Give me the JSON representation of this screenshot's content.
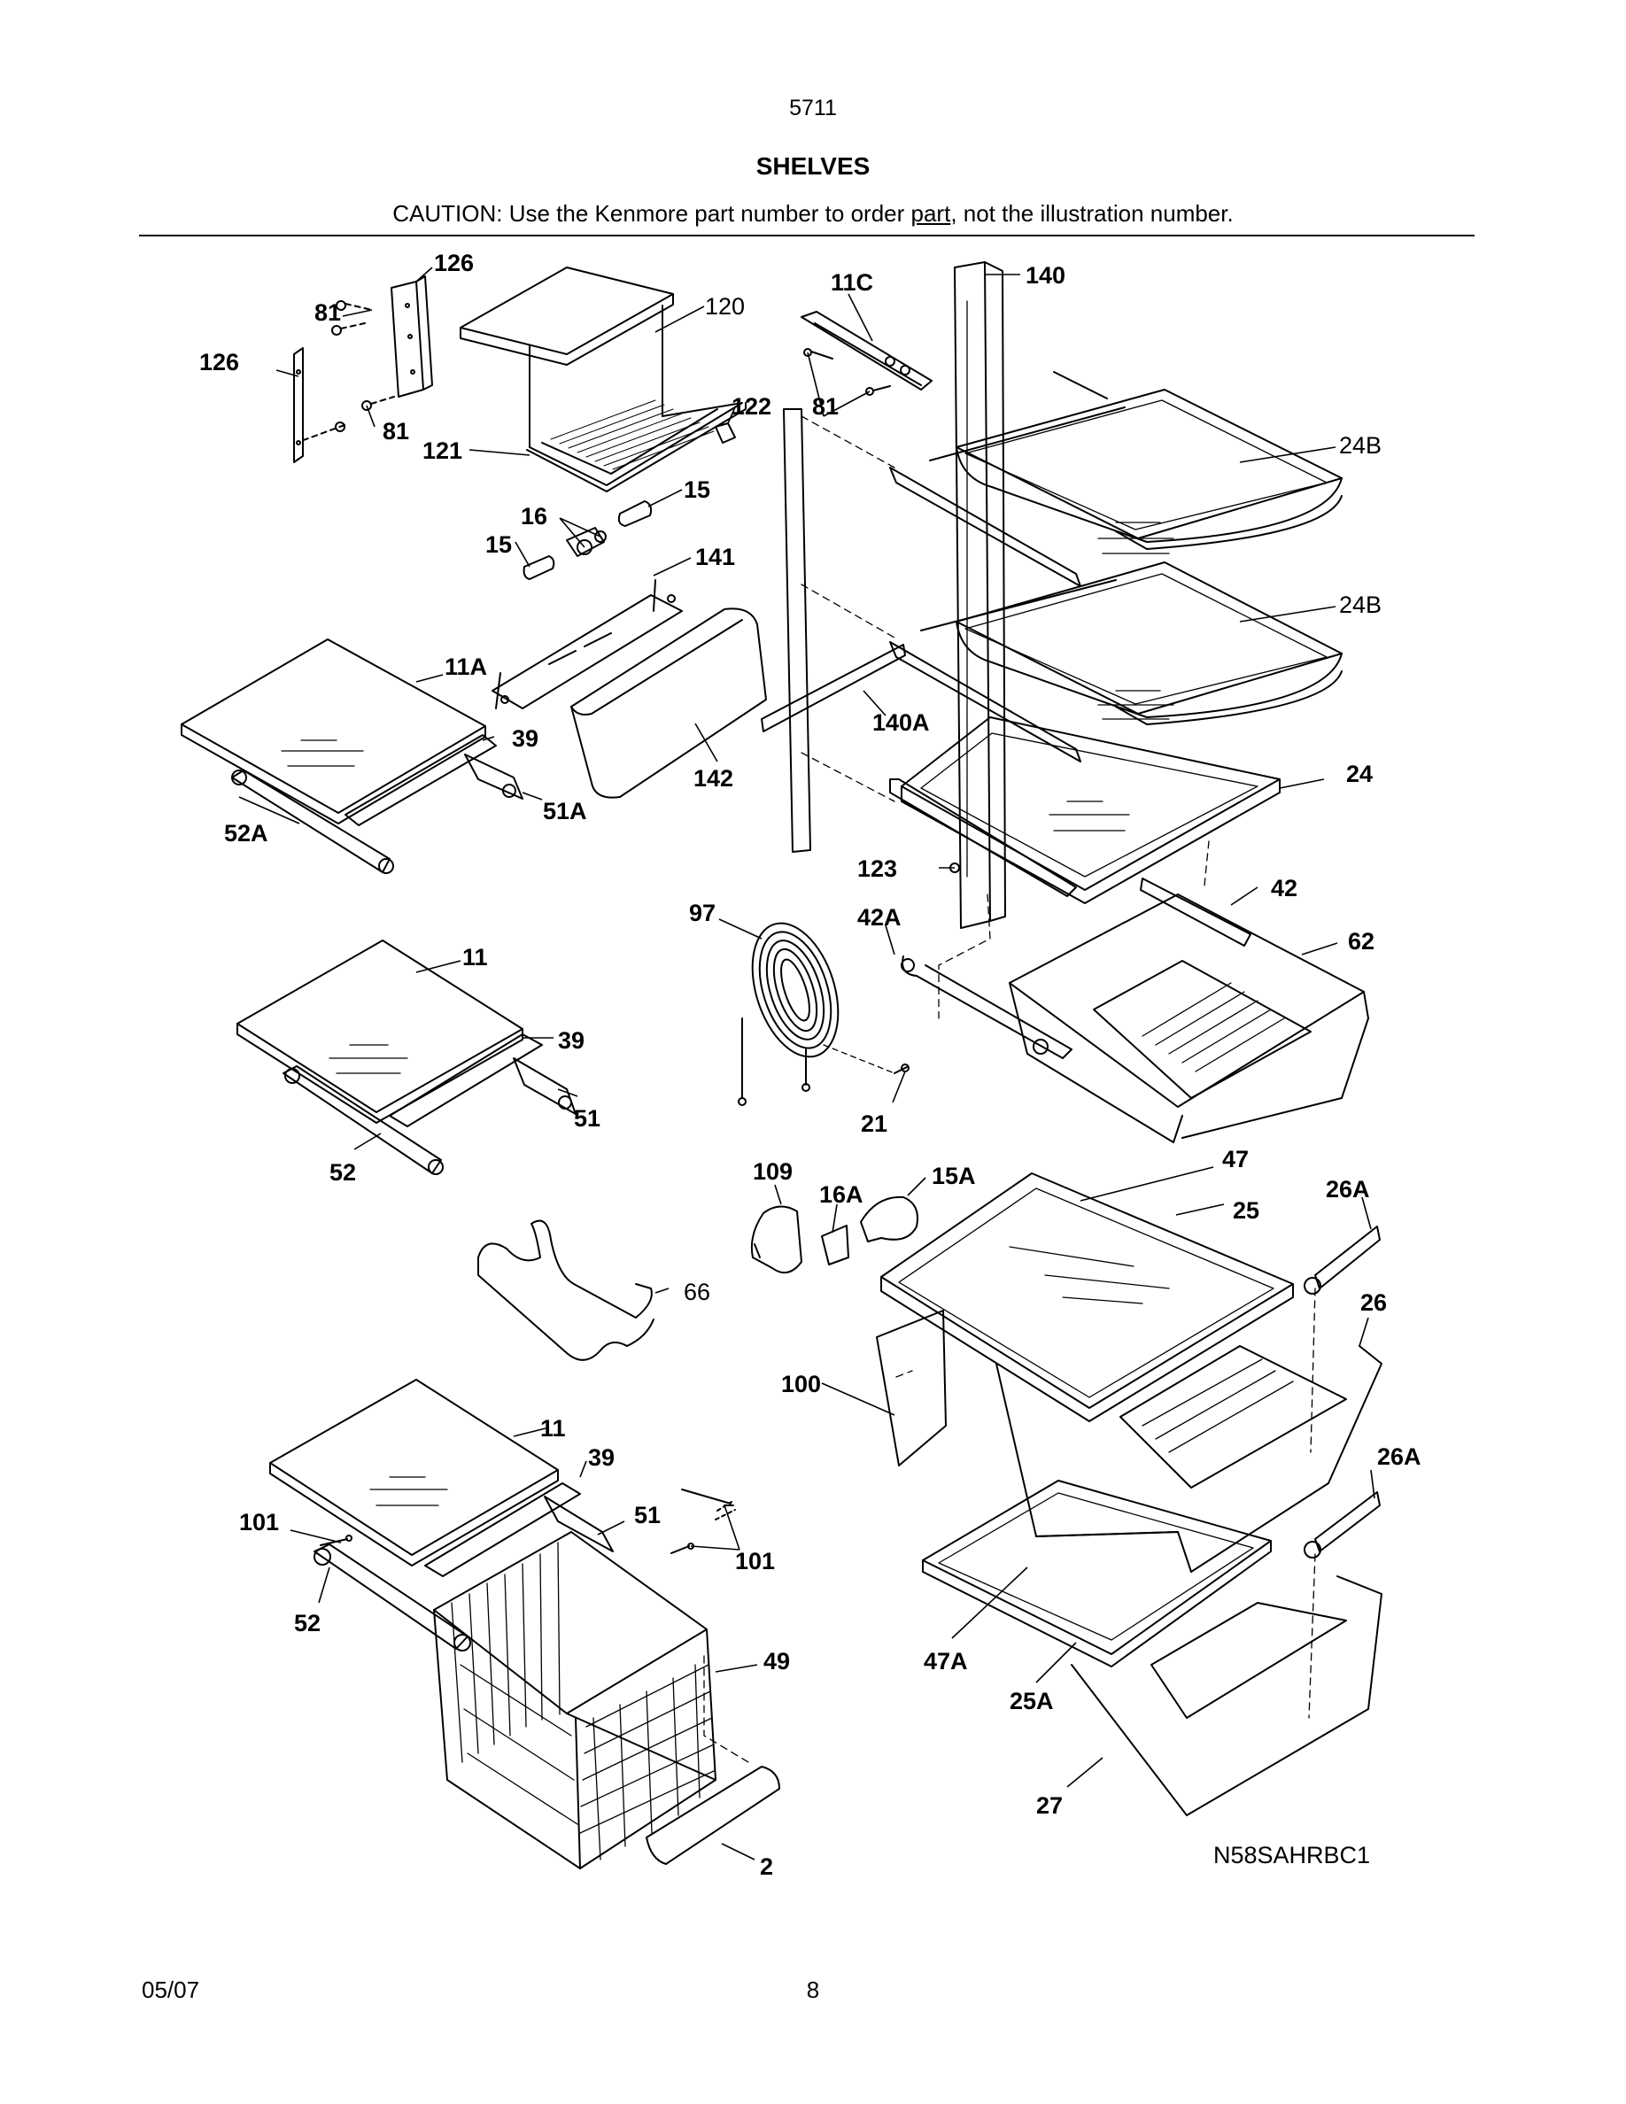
{
  "header": {
    "page_code": "5711",
    "title": "SHELVES",
    "caution_before": "CAUTION: Use the Kenmore part number to order ",
    "caution_underlined": "part",
    "caution_after": ", not the illustration number."
  },
  "callouts": [
    {
      "id": "c126a",
      "text": "126",
      "bold": true
    },
    {
      "id": "c126b",
      "text": "126",
      "bold": true
    },
    {
      "id": "c81a",
      "text": "81",
      "bold": true
    },
    {
      "id": "c81b",
      "text": "81",
      "bold": true
    },
    {
      "id": "c120",
      "text": "120",
      "bold": false
    },
    {
      "id": "c121",
      "text": "121",
      "bold": true
    },
    {
      "id": "c122",
      "text": "122",
      "bold": true
    },
    {
      "id": "c11C",
      "text": "11C",
      "bold": true
    },
    {
      "id": "c81c",
      "text": "81",
      "bold": true
    },
    {
      "id": "c140",
      "text": "140",
      "bold": true
    },
    {
      "id": "c24Ba",
      "text": "24B",
      "bold": false
    },
    {
      "id": "c24Bb",
      "text": "24B",
      "bold": false
    },
    {
      "id": "c15a",
      "text": "15",
      "bold": true
    },
    {
      "id": "c16",
      "text": "16",
      "bold": true
    },
    {
      "id": "c15b",
      "text": "15",
      "bold": true
    },
    {
      "id": "c141",
      "text": "141",
      "bold": true
    },
    {
      "id": "c11A",
      "text": "11A",
      "bold": true
    },
    {
      "id": "c39a",
      "text": "39",
      "bold": true
    },
    {
      "id": "c51A",
      "text": "51A",
      "bold": true
    },
    {
      "id": "c52A",
      "text": "52A",
      "bold": true
    },
    {
      "id": "c142",
      "text": "142",
      "bold": true
    },
    {
      "id": "c140A",
      "text": "140A",
      "bold": true
    },
    {
      "id": "c24",
      "text": "24",
      "bold": true
    },
    {
      "id": "c123",
      "text": "123",
      "bold": true
    },
    {
      "id": "c42",
      "text": "42",
      "bold": true
    },
    {
      "id": "c42A",
      "text": "42A",
      "bold": true
    },
    {
      "id": "c62",
      "text": "62",
      "bold": true
    },
    {
      "id": "c97",
      "text": "97",
      "bold": true
    },
    {
      "id": "c21",
      "text": "21",
      "bold": true
    },
    {
      "id": "c11a",
      "text": "11",
      "bold": true
    },
    {
      "id": "c39b",
      "text": "39",
      "bold": true
    },
    {
      "id": "c51a",
      "text": "51",
      "bold": true
    },
    {
      "id": "c52a",
      "text": "52",
      "bold": true
    },
    {
      "id": "c109",
      "text": "109",
      "bold": true
    },
    {
      "id": "c16A",
      "text": "16A",
      "bold": true
    },
    {
      "id": "c15A",
      "text": "15A",
      "bold": true
    },
    {
      "id": "c47",
      "text": "47",
      "bold": true
    },
    {
      "id": "c25",
      "text": "25",
      "bold": true
    },
    {
      "id": "c26Aa",
      "text": "26A",
      "bold": true
    },
    {
      "id": "c26",
      "text": "26",
      "bold": true
    },
    {
      "id": "c66",
      "text": "66",
      "bold": false
    },
    {
      "id": "c100",
      "text": "100",
      "bold": true
    },
    {
      "id": "c26Ab",
      "text": "26A",
      "bold": true
    },
    {
      "id": "c11b",
      "text": "11",
      "bold": true
    },
    {
      "id": "c39c",
      "text": "39",
      "bold": true
    },
    {
      "id": "c101a",
      "text": "101",
      "bold": true
    },
    {
      "id": "c51b",
      "text": "51",
      "bold": true
    },
    {
      "id": "c101b",
      "text": "101",
      "bold": true
    },
    {
      "id": "c52b",
      "text": "52",
      "bold": true
    },
    {
      "id": "c49",
      "text": "49",
      "bold": true
    },
    {
      "id": "c47A",
      "text": "47A",
      "bold": true
    },
    {
      "id": "c25A",
      "text": "25A",
      "bold": true
    },
    {
      "id": "c27",
      "text": "27",
      "bold": true
    },
    {
      "id": "c2",
      "text": "2",
      "bold": true
    }
  ],
  "model_code": "N58SAHRBC1",
  "footer": {
    "date": "05/07",
    "page": "8"
  }
}
